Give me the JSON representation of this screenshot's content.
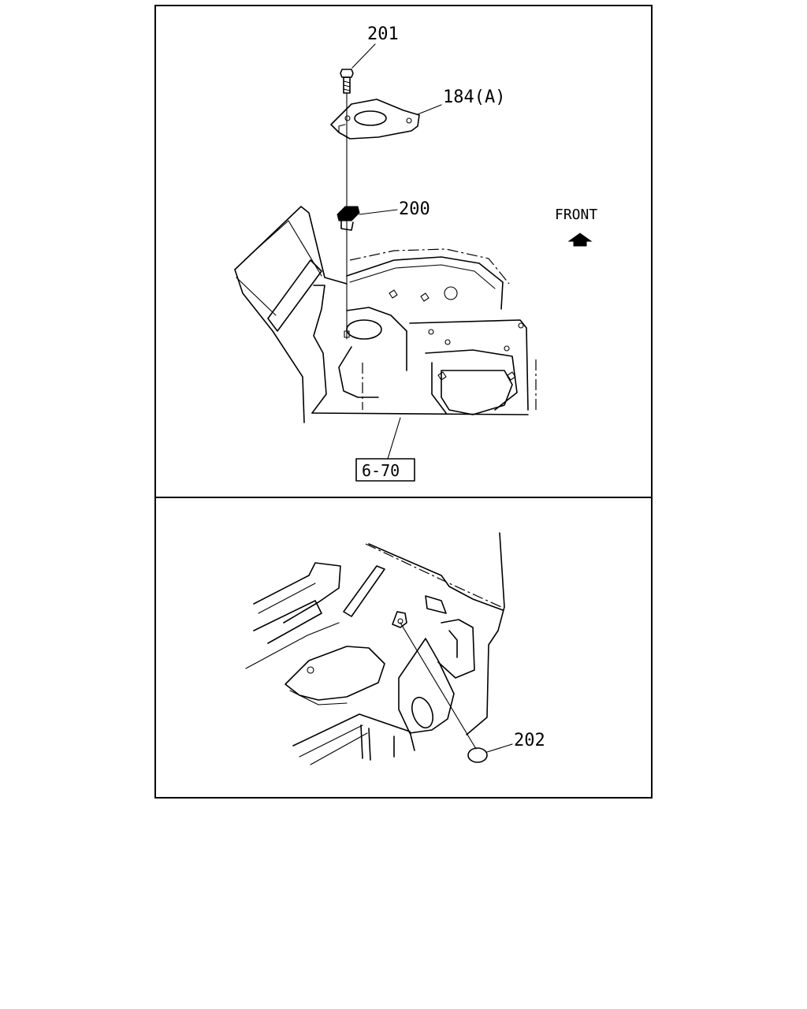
{
  "diagram": {
    "front_label": "FRONT",
    "reference_box": "6-70",
    "callouts": {
      "bolt": "201",
      "bracket": "184(A)",
      "clip_nut": "200",
      "plug": "202"
    }
  }
}
